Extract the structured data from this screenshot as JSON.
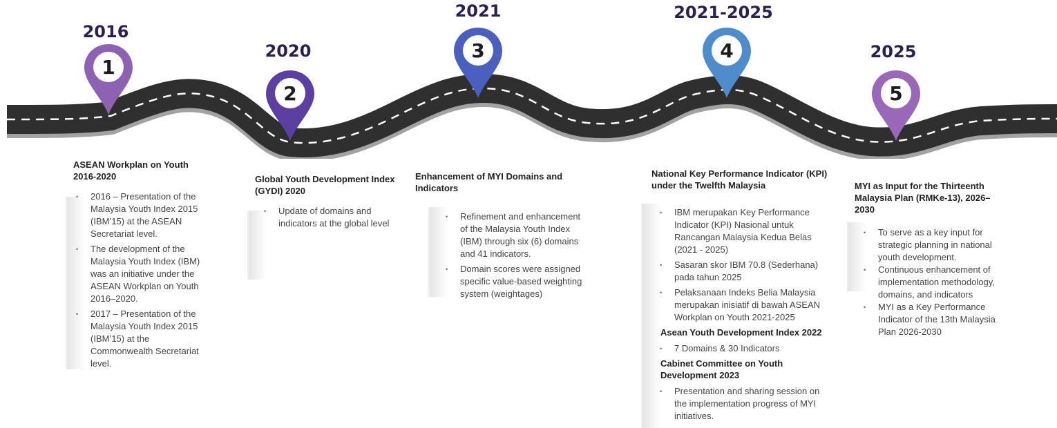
{
  "milestones": [
    {
      "number": "1",
      "year": "2016",
      "color": "#8e62b3",
      "title": "ASEAN Workplan on Youth 2016-2020",
      "bullets": [
        "2016 – Presentation of the Malaysia Youth Index 2015 (IBM’15) at the ASEAN Secretariat level.",
        "The development of the Malaysia Youth Index (IBM) was an initiative under the ASEAN Workplan on Youth 2016–2020.",
        "2017 – Presentation of the Malaysia Youth Index 2015 (IBM’15) at the Commonwealth Secretariat level."
      ]
    },
    {
      "number": "2",
      "year": "2020",
      "color": "#5b3fa1",
      "title": "Global Youth Development Index (GYDI) 2020",
      "bullets": [
        "Update of domains and indicators at the global level"
      ]
    },
    {
      "number": "3",
      "year": "2021",
      "color": "#4a5fbf",
      "title": "Enhancement of MYI Domains and Indicators",
      "bullets": [
        "Refinement and enhancement of the Malaysia Youth Index (IBM) through six (6) domains and 41 indicators.",
        "Domain scores were assigned specific value-based weighting system (weightages)"
      ]
    },
    {
      "number": "4",
      "year": "2021-2025",
      "color": "#4f8ccc",
      "title": "National Key Performance Indicator (KPI) under the Twelfth Malaysia",
      "bullets": [
        "IBM merupakan Key Performance Indicator (KPI) Nasional untuk Rancangan Malaysia Kedua Belas (2021 - 2025)",
        "Sasaran skor IBM 70.8 (Sederhana) pada tahun 2025",
        "Pelaksanaan Indeks Belia Malaysia merupakan inisiatif di bawah ASEAN Workplan on Youth 2021-2025"
      ],
      "sub1_title": "Asean Youth Development Index 2022",
      "sub1_bullets": [
        "7 Domains & 30 Indicators"
      ],
      "sub2_title": "Cabinet Committee on Youth Development 2023",
      "sub2_bullets": [
        "Presentation and sharing session on the implementation progress of MYI initiatives."
      ]
    },
    {
      "number": "5",
      "year": "2025",
      "color": "#9a68b9",
      "title": "MYI as Input for the Thirteenth Malaysia Plan (RMKe-13), 2026–2030",
      "bullets": [
        "To serve as a key input for strategic planning in national youth development.",
        "Continuous enhancement of implementation methodology, domains, and indicators",
        "MYI as a Key Performance Indicator of the 13th Malaysia Plan 2026-2030"
      ]
    }
  ]
}
